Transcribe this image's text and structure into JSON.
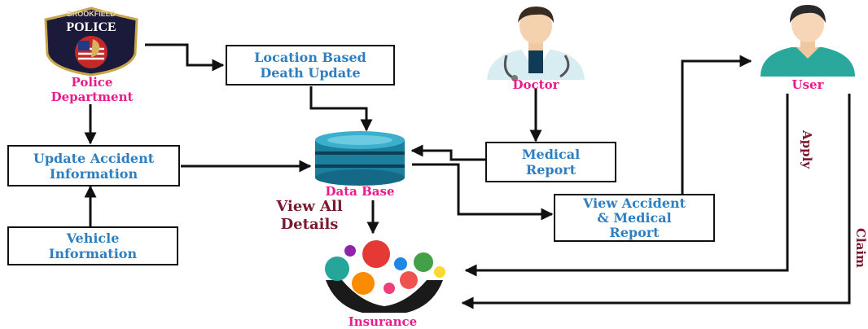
{
  "police": {
    "badge_top": "BROOKFIELD",
    "badge_main": "POLICE",
    "label": "Police\nDepartment"
  },
  "boxes": {
    "location_death": "Location Based\nDeath Update",
    "update_accident": "Update Accident\nInformation",
    "vehicle_info": "Vehicle\nInformation",
    "medical_report": "Medical\nReport",
    "view_accident": "View Accident\n& Medical\nReport"
  },
  "labels": {
    "doctor": "Doctor",
    "user": "User",
    "database": "Data Base",
    "insurance": "Insurance",
    "view_all": "View All\nDetails",
    "apply": "Apply",
    "claim": "Claim"
  },
  "colors": {
    "box_text": "#2f7fc0",
    "label_pink": "#ea1b8c",
    "label_maroon": "#7a1a2e",
    "arrow": "#111111",
    "db": "#1f88a8"
  },
  "icons": [
    "police-badge-icon",
    "doctor-icon",
    "user-icon",
    "database-icon",
    "insurance-icon"
  ]
}
